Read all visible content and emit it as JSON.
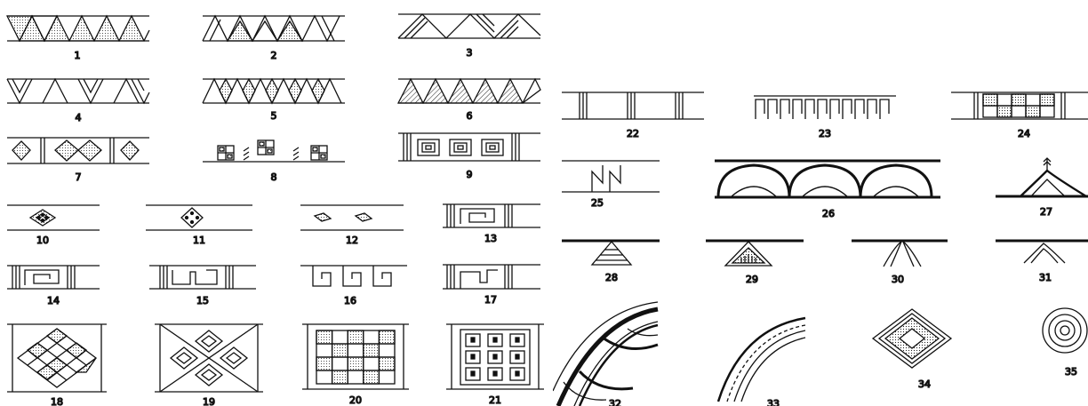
{
  "plates": [
    {
      "name": "left-plate",
      "motif_numbers": [
        "1",
        "2",
        "3",
        "4",
        "5",
        "6",
        "7",
        "8",
        "9",
        "10",
        "11",
        "12",
        "13",
        "14",
        "15",
        "16",
        "17",
        "18",
        "19",
        "20",
        "21"
      ]
    },
    {
      "name": "right-plate",
      "motif_numbers": [
        "22",
        "23",
        "24",
        "25",
        "26",
        "27",
        "28",
        "29",
        "30",
        "31",
        "32",
        "33",
        "34",
        "35"
      ]
    }
  ],
  "labels": {
    "m1": "1",
    "m2": "2",
    "m3": "3",
    "m4": "4",
    "m5": "5",
    "m6": "6",
    "m7": "7",
    "m8": "8",
    "m9": "9",
    "m10": "10",
    "m11": "11",
    "m12": "12",
    "m13": "13",
    "m14": "14",
    "m15": "15",
    "m16": "16",
    "m17": "17",
    "m18": "18",
    "m19": "19",
    "m20": "20",
    "m21": "21",
    "m22": "22",
    "m23": "23",
    "m24": "24",
    "m25": "25",
    "m26": "26",
    "m27": "27",
    "m28": "28",
    "m29": "29",
    "m30": "30",
    "m31": "31",
    "m32": "32",
    "m33": "33",
    "m34": "34",
    "m35": "35"
  }
}
